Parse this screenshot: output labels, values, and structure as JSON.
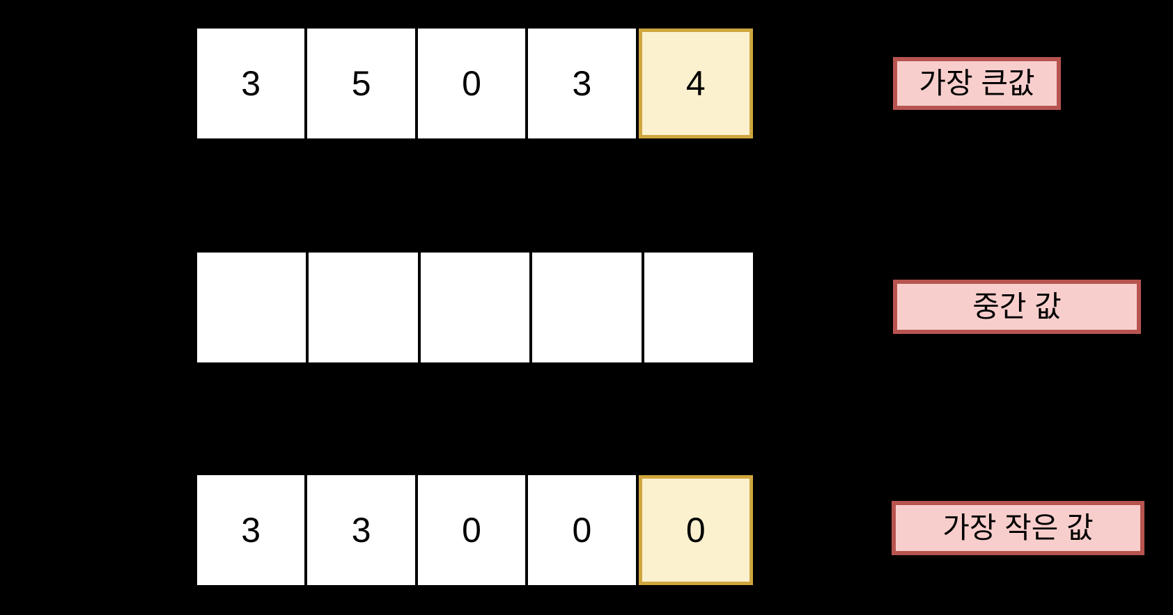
{
  "diagram": {
    "description_colors": {
      "background": "#000000",
      "cell_fill": "#FFFFFF",
      "cell_text": "#000000",
      "highlight_fill": "#FCF1CF",
      "highlight_border": "#CFA63E",
      "label_fill": "#F8CECC",
      "label_border": "#B85450"
    },
    "rows": [
      {
        "id": "max",
        "cells": [
          "3",
          "5",
          "0",
          "3",
          "4"
        ],
        "highlight_index": 4,
        "label": "가장 큰값"
      },
      {
        "id": "mid",
        "cells": [
          "",
          "",
          "",
          "",
          ""
        ],
        "highlight_index": -1,
        "label": "중간 값"
      },
      {
        "id": "min",
        "cells": [
          "3",
          "3",
          "0",
          "0",
          "0"
        ],
        "highlight_index": 4,
        "label": "가장 작은 값"
      }
    ]
  }
}
